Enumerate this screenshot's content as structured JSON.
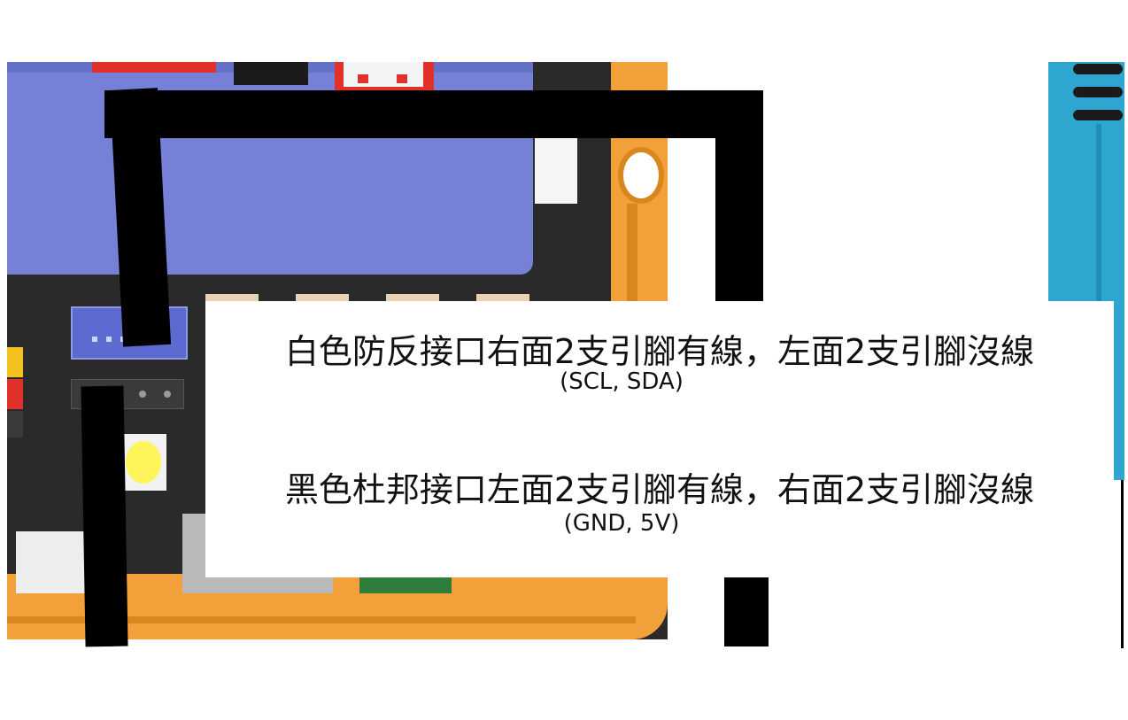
{
  "callout": {
    "white_connector_line": "白色防反接口右面2支引腳有線，左面2支引腳沒線",
    "white_connector_signals": "(SCL, SDA)",
    "black_connector_line": "黑色杜邦接口左面2支引腳有線，右面2支引腳沒線",
    "black_connector_signals": "(GND, 5V)"
  },
  "colors": {
    "battery": "#7580d6",
    "board": "#2a2a2a",
    "frame": "#f2a13a",
    "wire": "#000000",
    "side_module": "#2fa6cf",
    "connector_white": "#5d6bd1"
  },
  "icons": {
    "led": "yellow-led-icon",
    "usb": "usb-port-icon"
  }
}
